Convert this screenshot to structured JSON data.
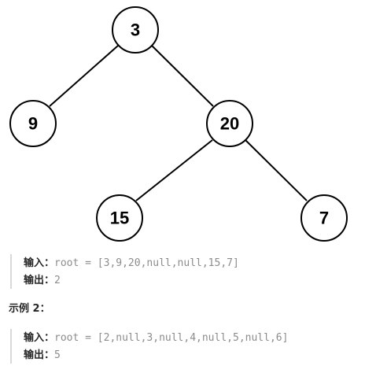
{
  "tree": {
    "nodes": [
      "3",
      "9",
      "20",
      "15",
      "7"
    ]
  },
  "example1": {
    "input_label": "输入：",
    "input_value": "root = [3,9,20,null,null,15,7]",
    "output_label": "输出：",
    "output_value": "2"
  },
  "example2": {
    "heading": "示例 2：",
    "input_label": "输入：",
    "input_value": "root = [2,null,3,null,4,null,5,null,6]",
    "output_label": "输出：",
    "output_value": "5"
  }
}
